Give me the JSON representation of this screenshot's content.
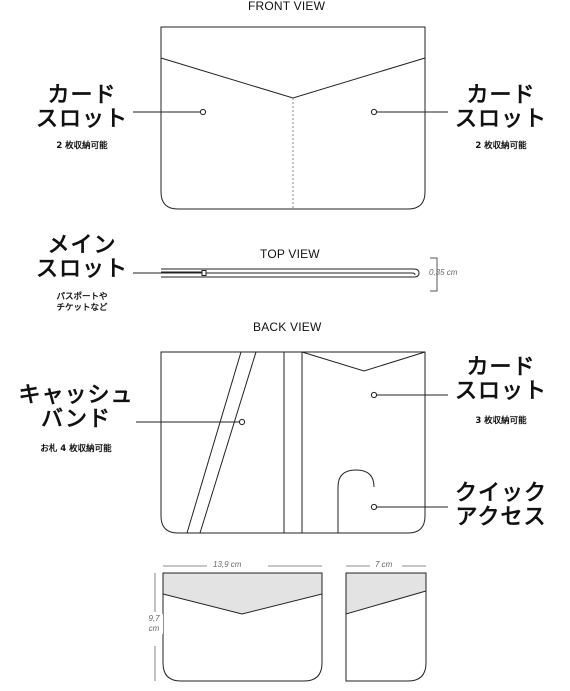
{
  "views": {
    "front": "FRONT VIEW",
    "top": "TOP VIEW",
    "back": "BACK VIEW"
  },
  "labels": {
    "card_slot_left": {
      "line1": "カード",
      "line2": "スロット",
      "note": "2 枚収納可能"
    },
    "card_slot_right": {
      "line1": "カード",
      "line2": "スロット",
      "note": "2 枚収納可能"
    },
    "main_slot": {
      "line1": "メイン",
      "line2": "スロット",
      "note1": "パスポートや",
      "note2": "チケットなど"
    },
    "cash_band": {
      "line1": "キャッシュ",
      "line2": "バンド",
      "note": "お札 4 枚収納可能"
    },
    "card_slot_back": {
      "line1": "カード",
      "line2": "スロット",
      "note": "3 枚収納可能"
    },
    "quick_access": {
      "line1": "クイック",
      "line2": "アクセス"
    }
  },
  "dimensions": {
    "thickness": "0,35 cm",
    "width_large": "13,9 cm",
    "width_small": "7 cm",
    "height_line1": "9,7",
    "height_line2": "cm"
  },
  "colors": {
    "stroke": "#222222",
    "fill_gray": "#e3e3e3"
  }
}
